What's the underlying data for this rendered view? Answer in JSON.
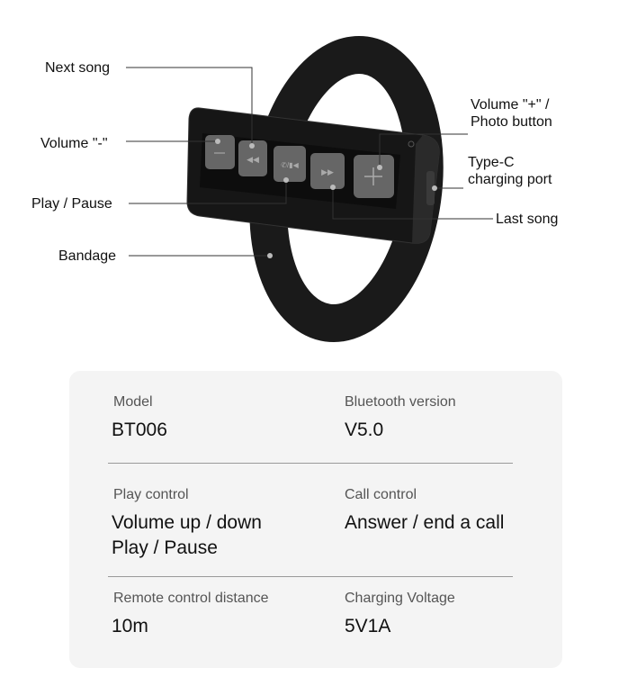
{
  "callouts": {
    "next_song": "Next song",
    "volume_minus": "Volume \"-\"",
    "play_pause": "Play / Pause",
    "bandage": "Bandage",
    "volume_plus_line1": "Volume \"+\" /",
    "volume_plus_line2": "Photo button",
    "typec_line1": "Type-C",
    "typec_line2": "charging port",
    "last_song": "Last song"
  },
  "specs": [
    {
      "label": "Model",
      "value": "BT006"
    },
    {
      "label": "Bluetooth version",
      "value": "V5.0"
    },
    {
      "label": "Play control",
      "value_line1": "Volume up / down",
      "value_line2": "Play / Pause"
    },
    {
      "label": "Call control",
      "value": "Answer / end a call"
    },
    {
      "label": "Remote control distance",
      "value": "10m"
    },
    {
      "label": "Charging Voltage",
      "value": "5V1A"
    }
  ]
}
